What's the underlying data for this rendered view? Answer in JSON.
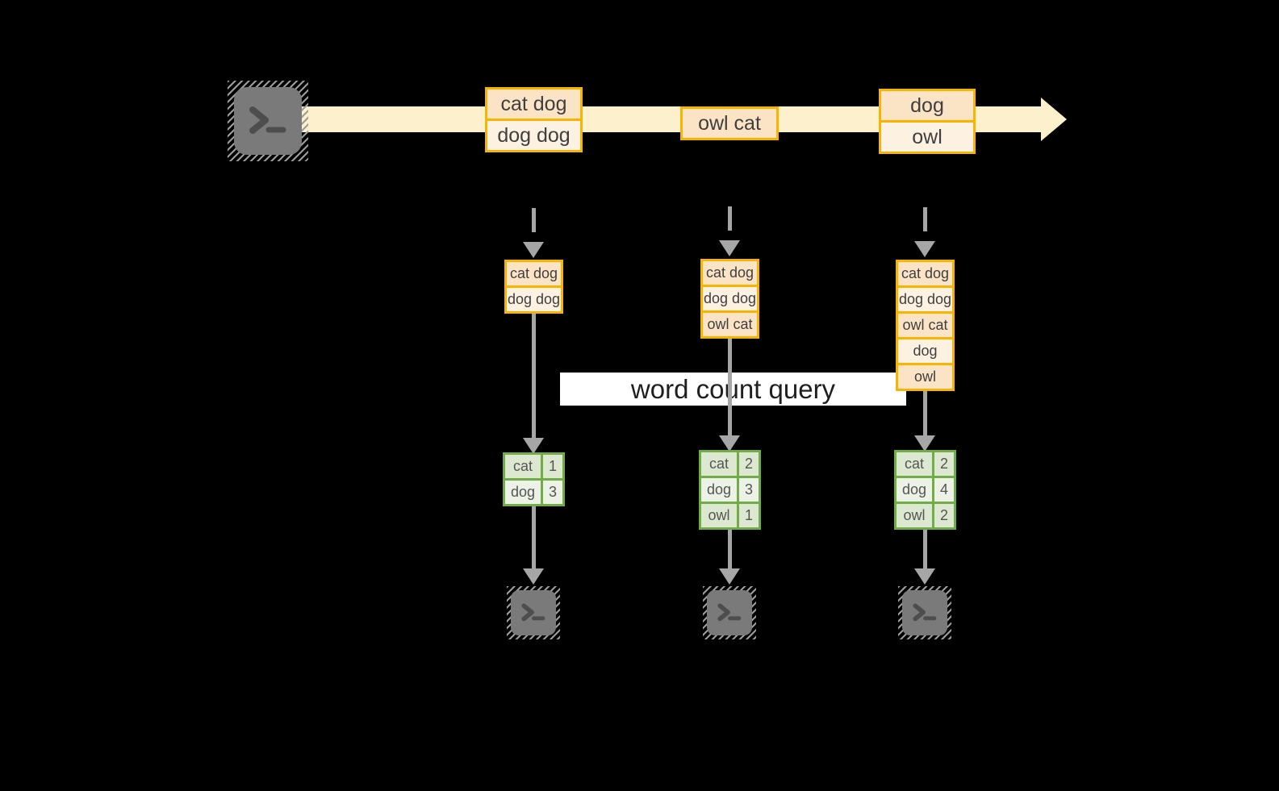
{
  "query_label": "word count query",
  "colors": {
    "background": "#000000",
    "stream_band": "#fcf0cd",
    "box_border": "#f7b500",
    "fill_peach": "#fbe3c5",
    "fill_cream": "#fdf2e2",
    "green_border": "#70ad47",
    "green_fill_dark": "#dde8d1",
    "green_fill_light": "#edf2e6",
    "arrow_gray": "#a6a6a6",
    "terminal_gray": "#7a7a7a",
    "banner_bg": "#ffffff"
  },
  "stream": {
    "source_icon": "terminal-icon",
    "events": [
      {
        "lines": [
          "cat dog",
          "dog dog"
        ]
      },
      {
        "lines": [
          "owl cat"
        ]
      },
      {
        "lines": [
          "dog",
          "owl"
        ]
      }
    ]
  },
  "columns": [
    {
      "state": [
        "cat dog",
        "dog dog"
      ],
      "counts": [
        {
          "word": "cat",
          "count": "1"
        },
        {
          "word": "dog",
          "count": "3"
        }
      ]
    },
    {
      "state": [
        "cat dog",
        "dog dog",
        "owl cat"
      ],
      "counts": [
        {
          "word": "cat",
          "count": "2"
        },
        {
          "word": "dog",
          "count": "3"
        },
        {
          "word": "owl",
          "count": "1"
        }
      ]
    },
    {
      "state": [
        "cat dog",
        "dog dog",
        "owl cat",
        "dog",
        "owl"
      ],
      "counts": [
        {
          "word": "cat",
          "count": "2"
        },
        {
          "word": "dog",
          "count": "4"
        },
        {
          "word": "owl",
          "count": "2"
        }
      ]
    }
  ]
}
